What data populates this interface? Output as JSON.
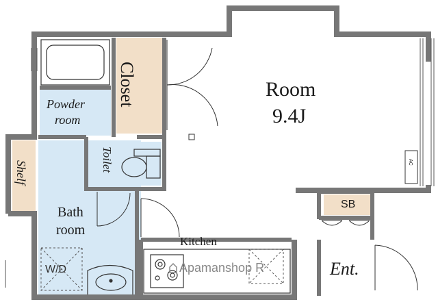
{
  "rooms": {
    "main_room_label": "Room",
    "main_room_size": "9.4J",
    "closet": "Closet",
    "powder_line1": "Powder",
    "powder_line2": "room",
    "toilet": "Toilet",
    "shelf": "Shelf",
    "bath_line1": "Bath",
    "bath_line2": "room",
    "kitchen": "Kitchen",
    "storage_box": "SB",
    "entrance": "Ent.",
    "washer": "W/D",
    "air_conditioner": "AC"
  },
  "watermark": {
    "text": "Apamanshop R"
  },
  "colors": {
    "wall": "#777777",
    "bath_area": "#d6e8f5",
    "closet_fill": "#f2dfc8",
    "line": "#333333"
  }
}
